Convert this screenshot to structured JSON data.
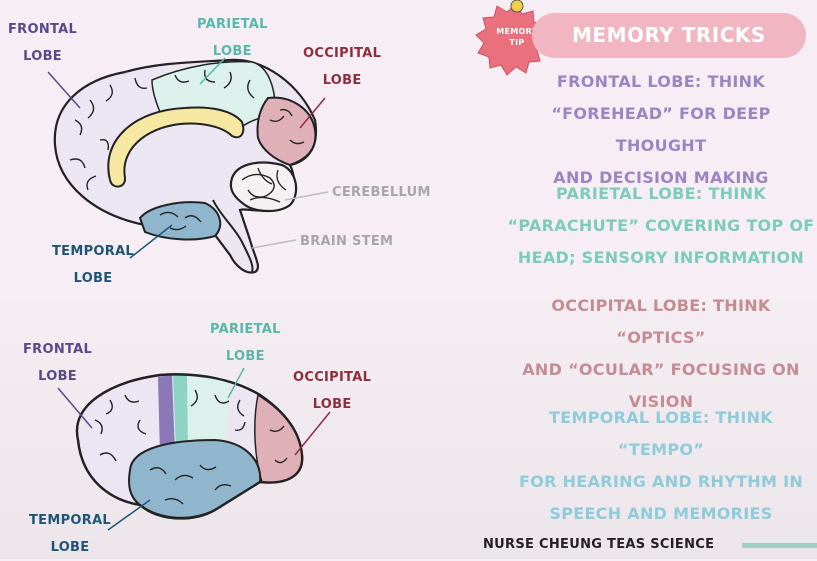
{
  "labels": {
    "top": {
      "frontal": [
        "FRONTAL",
        "LOBE"
      ],
      "parietal": [
        "PARIETAL",
        "LOBE"
      ],
      "occipital": [
        "OCCIPITAL",
        "LOBE"
      ],
      "temporal": [
        "TEMPORAL",
        "LOBE"
      ],
      "cerebellum": "CEREBELLUM",
      "brain_stem": "BRAIN STEM"
    },
    "bottom": {
      "frontal": [
        "FRONTAL",
        "LOBE"
      ],
      "parietal": [
        "PARIETAL",
        "LOBE"
      ],
      "occipital": [
        "OCCIPITAL",
        "LOBE"
      ],
      "temporal": [
        "TEMPORAL",
        "LOBE"
      ]
    }
  },
  "badge": [
    "MEMORY",
    "TIP"
  ],
  "memory_tricks": {
    "title": "MEMORY TRICKS",
    "tips": [
      {
        "lines": [
          "FRONTAL LOBE: THINK",
          "“FOREHEAD” FOR DEEP THOUGHT",
          "AND DECISION MAKING"
        ]
      },
      {
        "lines": [
          "PARIETAL LOBE: THINK",
          "“PARACHUTE” COVERING TOP OF",
          "HEAD; SENSORY INFORMATION"
        ]
      },
      {
        "lines": [
          "OCCIPITAL LOBE: THINK “OPTICS”",
          "AND “OCULAR” FOCUSING ON",
          "VISION"
        ]
      },
      {
        "lines": [
          "TEMPORAL LOBE: THINK “TEMPO”",
          "FOR HEARING AND RHYTHM IN",
          "SPEECH AND MEMORIES"
        ]
      }
    ]
  },
  "footer": "NURSE CHEUNG TEAS SCIENCE",
  "colors": {
    "frontal": "#e7e0f2",
    "parietal": "#dcf1ec",
    "occipital": "#dfb0b8",
    "temporal": "#8fb6cc",
    "corpus_callosum": "#f6e7a2",
    "banner": "#f2b6c2"
  }
}
